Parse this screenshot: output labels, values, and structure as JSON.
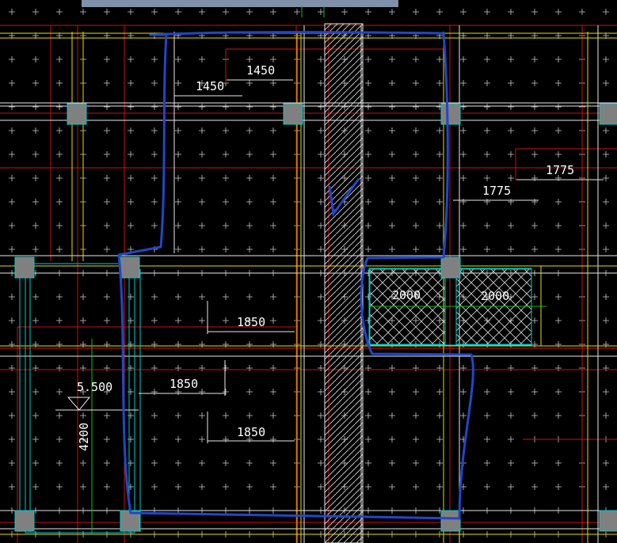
{
  "app": {
    "title": "CAD floor plan drawing canvas"
  },
  "colors": {
    "background": "#000000",
    "grid_plus": "#c8c8c8",
    "axis_red": "#d01010",
    "wall_yellow": "#e6e000",
    "beam_white": "#e8e8e8",
    "column_cyan": "#00cccc",
    "column_fill": "#808080",
    "hatch_fill": "#d8d8d8",
    "sketch_blue": "#2147c8",
    "dim_green": "#10c010",
    "toolbar_bar": "#8090a8"
  },
  "dimensions": {
    "d1450_a": "1450",
    "d1450_b": "1450",
    "d1775_a": "1775",
    "d1775_b": "1775",
    "d2000_a": "2000",
    "d2000_b": "2000",
    "d1850_a": "1850",
    "d1850_b": "1850",
    "d1850_c": "1850",
    "elevation": "5.500",
    "d4200": "4200"
  }
}
